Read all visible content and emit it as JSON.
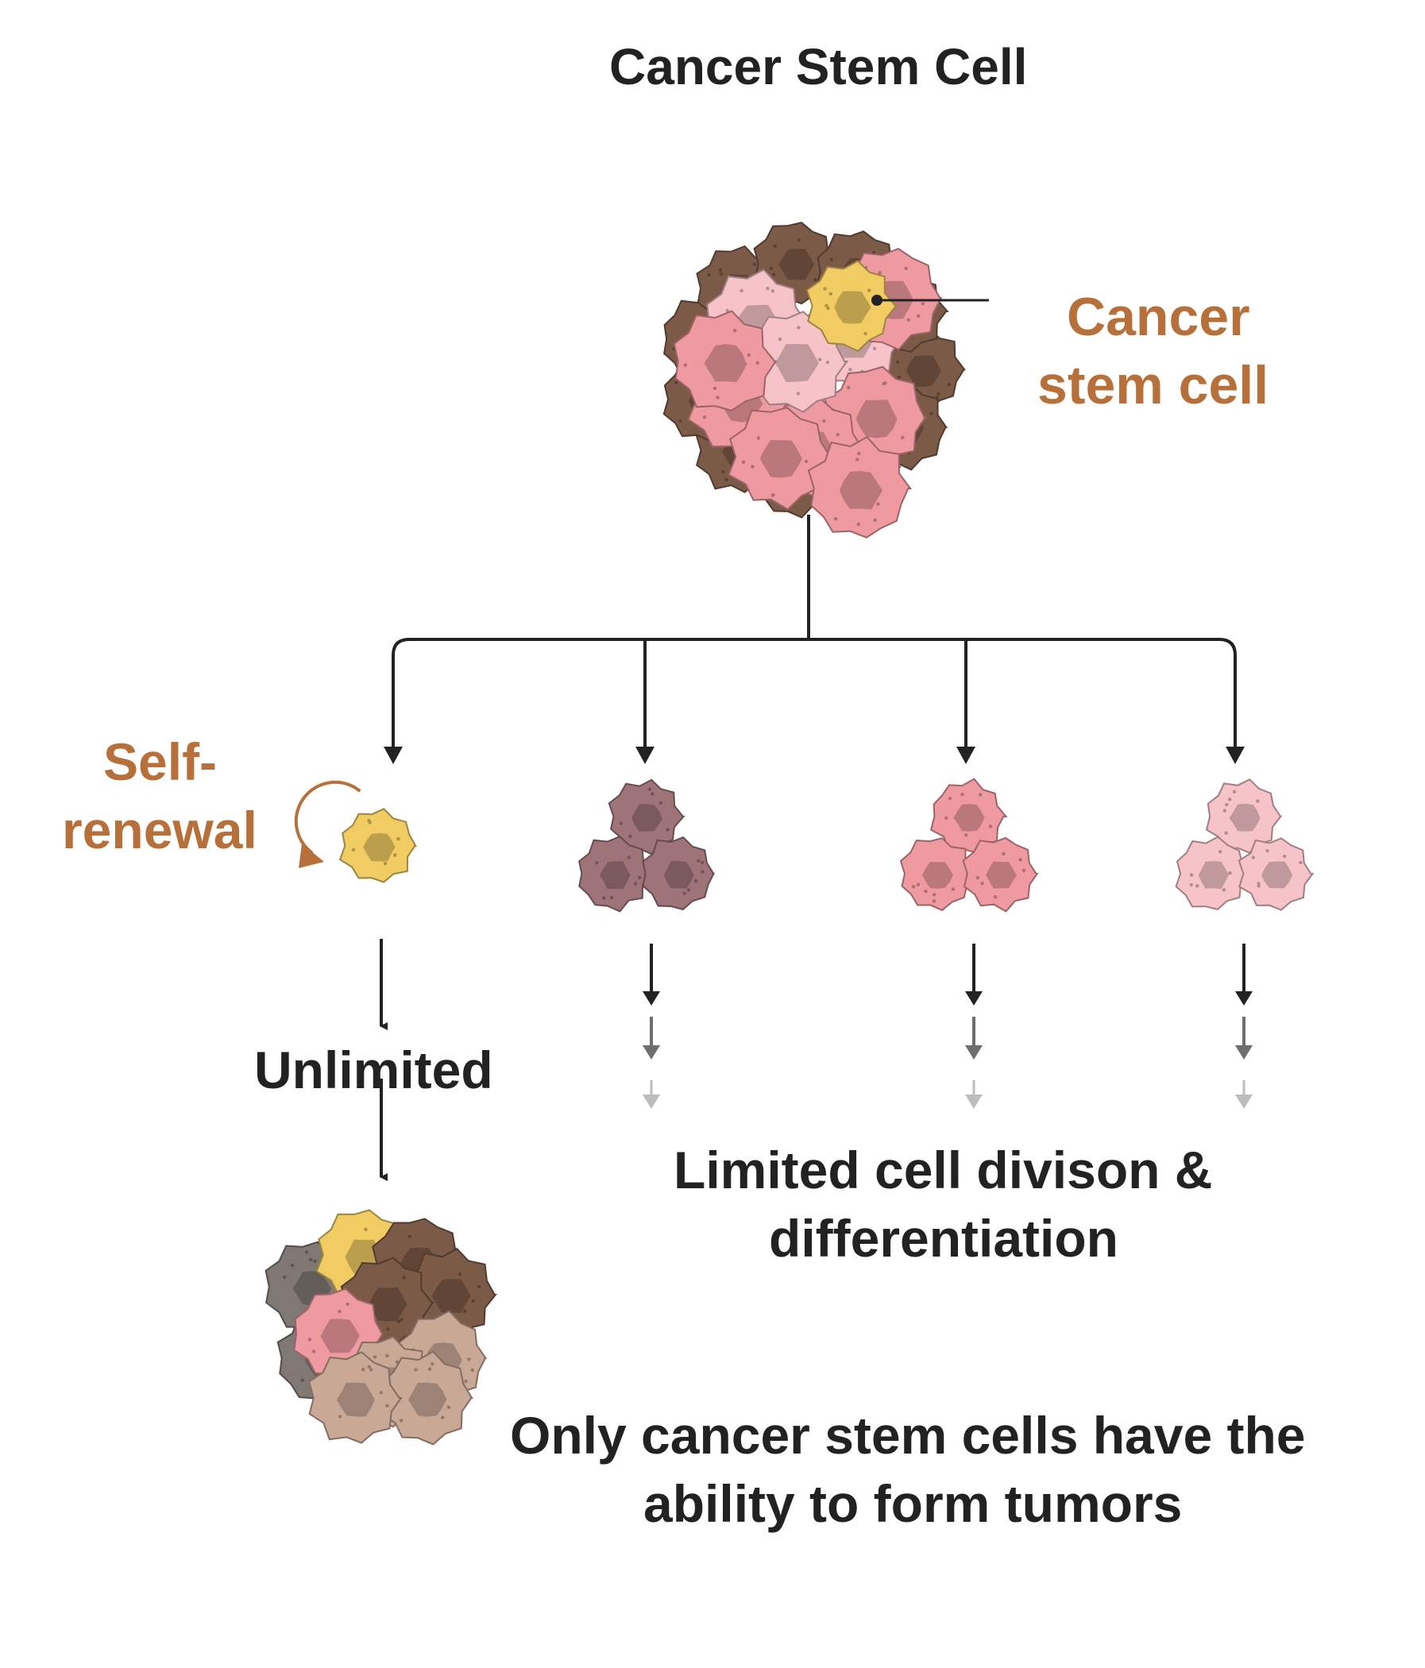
{
  "title": "Cancer Stem Cell",
  "stem_cell_label_line1": "Cancer",
  "stem_cell_label_line2": "stem cell",
  "self_renewal_line1": "Self-",
  "self_renewal_line2": "renewal",
  "unlimited_label": "Unlimited",
  "limited_line1": "Limited cell divison &",
  "limited_line2": "differentiation",
  "tumor_note_line1": "Only cancer stem cells have the",
  "tumor_note_line2": "ability to form tumors",
  "colors": {
    "text": "#222222",
    "accent": "#b8703a",
    "stem_cell": "#f0cc62",
    "dark_brown": "#7c5a48",
    "pink": "#ef9aa0",
    "light_pink": "#f6c4c8",
    "mauve": "#9e7479",
    "grey": "#7f7874",
    "tan": "#c9a896"
  }
}
